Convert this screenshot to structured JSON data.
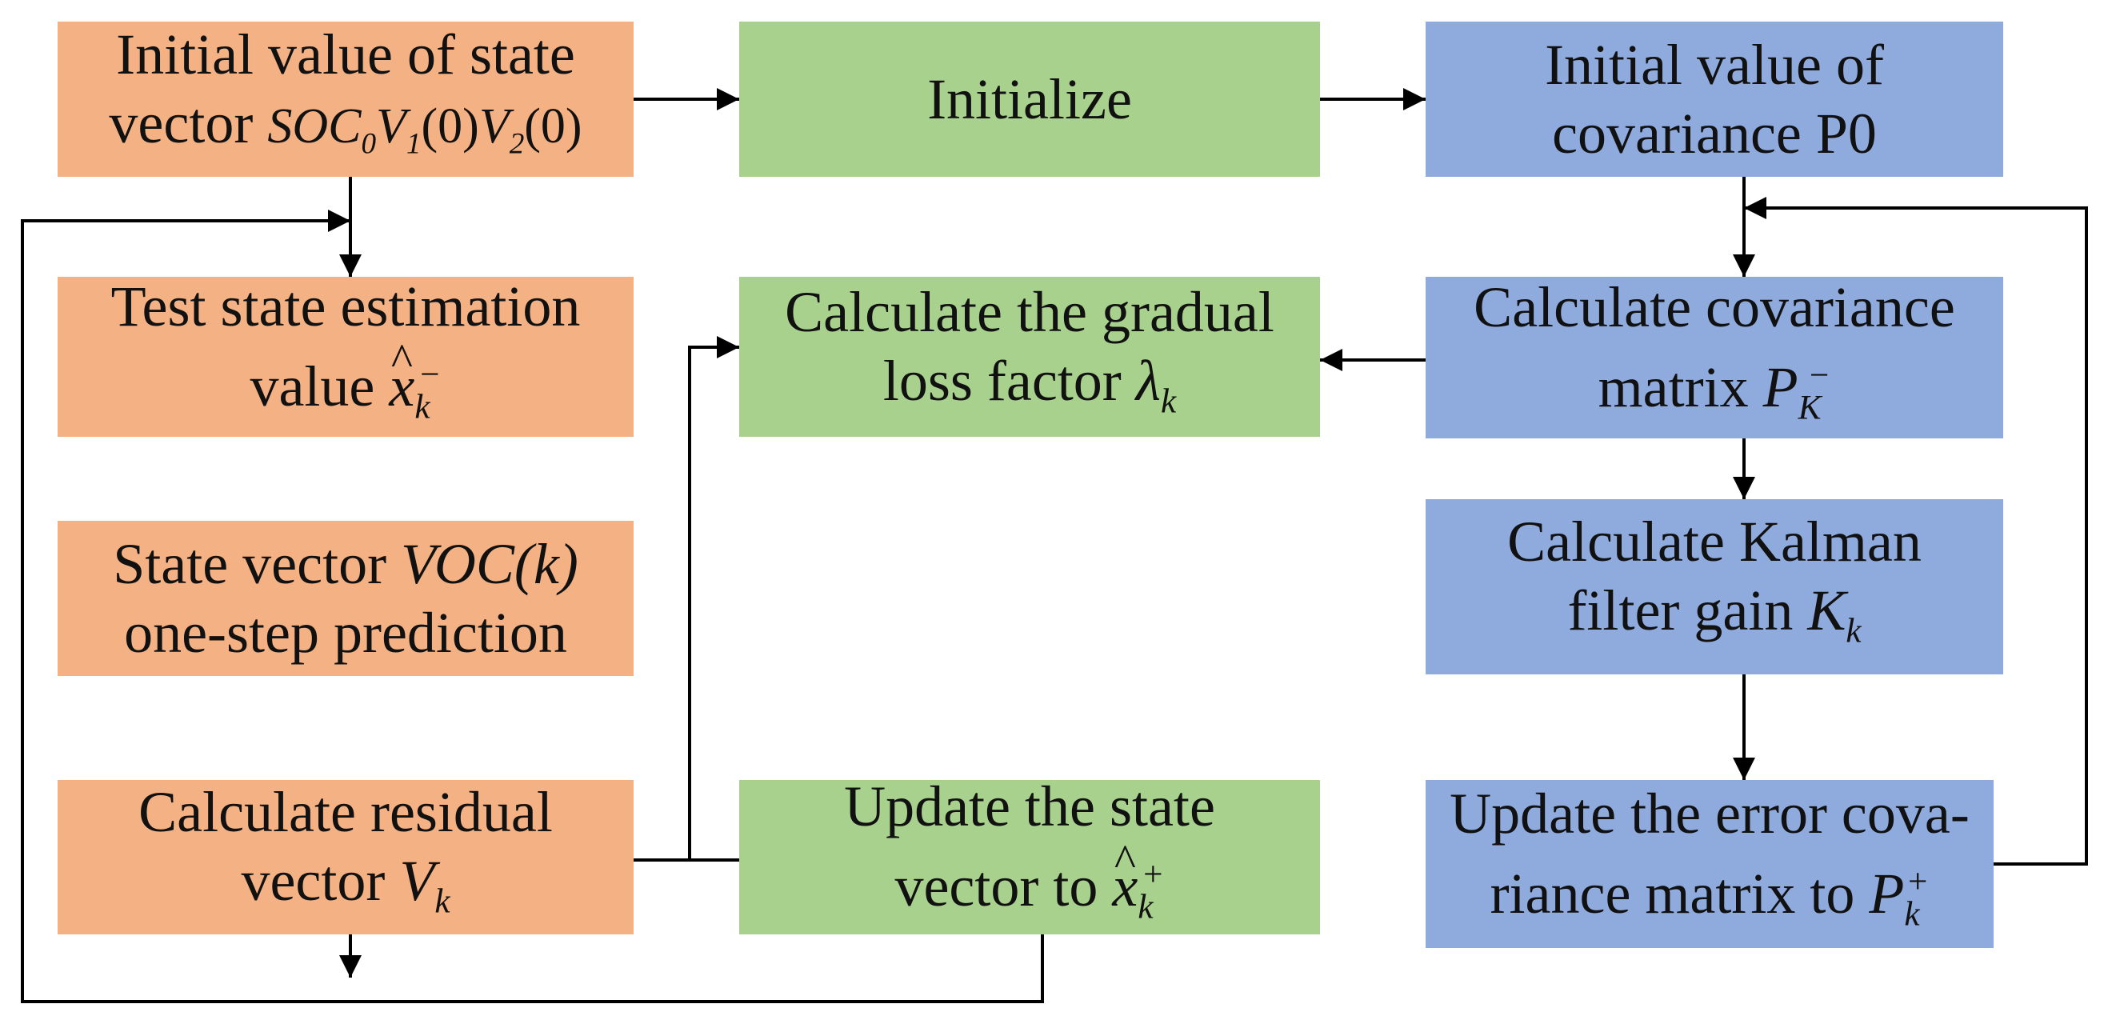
{
  "colors": {
    "orange": "#f4b183",
    "green": "#a9d18e",
    "blue": "#8faadc",
    "line": "#000000"
  },
  "nodes": {
    "init_state": {
      "line1": "Initial value of state",
      "line2_prefix": "vector",
      "math": {
        "soc": "SOC",
        "soc_sub": "0",
        "v1": "V",
        "v1_sub": "1",
        "v1_arg": "(0)",
        "v2": "V",
        "v2_sub": "2",
        "v2_arg": "(0)"
      }
    },
    "initialize": {
      "text": "Initialize"
    },
    "init_cov": {
      "line1": "Initial value of",
      "line2": "covariance P0"
    },
    "test_state": {
      "line1": "Test state estimation",
      "line2_prefix": "value",
      "math": {
        "x": "x",
        "sub": "k",
        "sup": "−"
      }
    },
    "gradual_loss": {
      "line1": "Calculate the gradual",
      "line2_prefix": "loss factor",
      "math": {
        "lambda": "λ",
        "sub": "k"
      }
    },
    "calc_cov": {
      "line1": "Calculate covariance",
      "line2_prefix": "matrix",
      "math": {
        "p": "P",
        "sub": "K",
        "sup": "−"
      }
    },
    "state_pred": {
      "line1_prefix": "State vector",
      "line1_math": "VOC(k)",
      "line2": "one-step prediction"
    },
    "kalman_gain": {
      "line1": "Calculate Kalman",
      "line2_prefix": "filter gain",
      "math": {
        "k": "K",
        "sub": "k"
      }
    },
    "residual": {
      "line1": "Calculate residual",
      "line2_prefix": "vector",
      "math": {
        "v": "V",
        "sub": "k"
      }
    },
    "update_state": {
      "line1": "Update the state",
      "line2_prefix": "vector to",
      "math": {
        "x": "x",
        "sub": "k",
        "sup": "+"
      }
    },
    "update_cov": {
      "line1": "Update the error cova-",
      "line2_prefix": "riance matrix to",
      "math": {
        "p": "P",
        "sub": "k",
        "sup": "+"
      }
    }
  }
}
